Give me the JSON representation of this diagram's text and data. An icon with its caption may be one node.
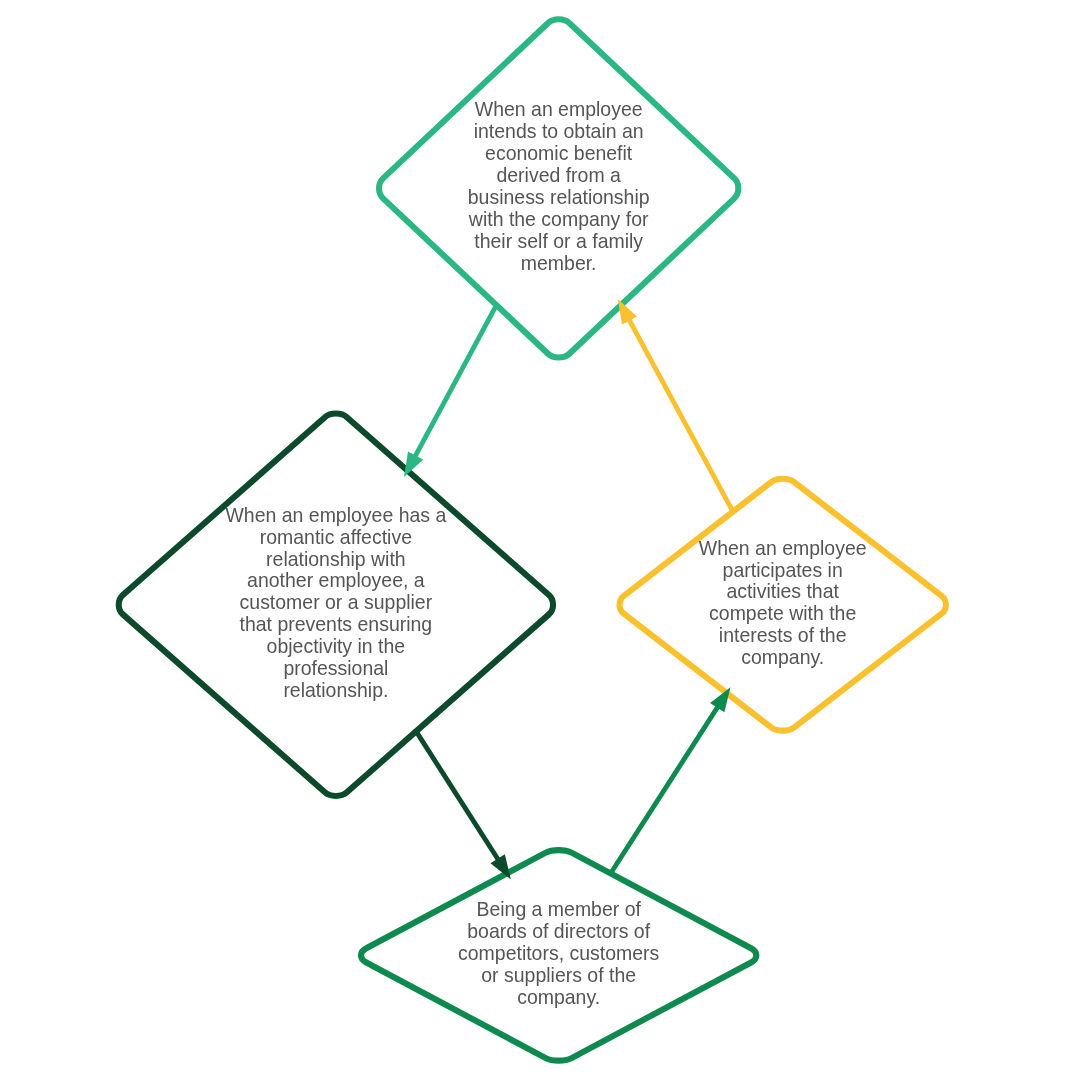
{
  "diagram": {
    "nodes": [
      {
        "text": [
          "When an employee intends to obtain an economic benefit derived from a business relationship with the company for their self or a family member."
        ]
      },
      {
        "text": [
          "When an employee participates in activities that compete with the interests of the company."
        ]
      },
      {
        "text": [
          "When an employee has a romantic affective relationship with another employee, a customer or a supplier that prevents ensuring objectivity in the professional relationship."
        ]
      },
      {
        "text": [
          "Being a member of boards of directors of competitors, customers or suppliers of the company."
        ]
      }
    ],
    "edges": [
      {
        "from": 1,
        "to": 0,
        "arrow": "to",
        "color": "#fbc02d"
      },
      {
        "from": 0,
        "to": 2,
        "arrow": "to",
        "color": "#2bb783"
      },
      {
        "from": 2,
        "to": 3,
        "arrow": "to",
        "color": "#0d4a2c"
      },
      {
        "from": 3,
        "to": 1,
        "arrow": "to",
        "color": "#0e8a4f"
      }
    ]
  }
}
